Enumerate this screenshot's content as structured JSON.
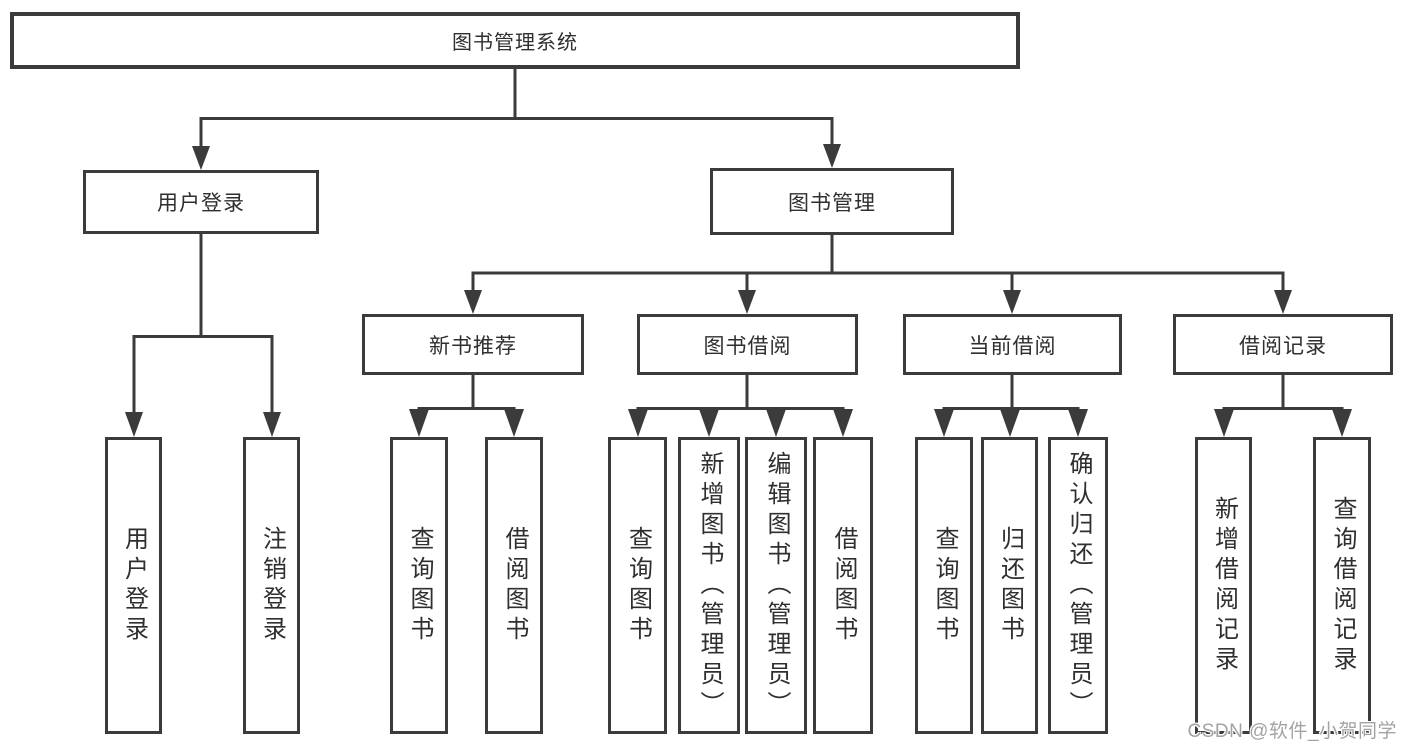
{
  "diagram": {
    "root": {
      "label": "图书管理系统"
    },
    "branches": [
      {
        "label": "用户登录",
        "leaves": [
          {
            "label": "用户登录"
          },
          {
            "label": "注销登录"
          }
        ]
      },
      {
        "label": "图书管理",
        "groups": [
          {
            "label": "新书推荐",
            "leaves": [
              {
                "label": "查询图书"
              },
              {
                "label": "借阅图书"
              }
            ]
          },
          {
            "label": "图书借阅",
            "leaves": [
              {
                "label": "查询图书"
              },
              {
                "label": "新增图书（管理员）"
              },
              {
                "label": "编辑图书（管理员）"
              },
              {
                "label": "借阅图书"
              }
            ]
          },
          {
            "label": "当前借阅",
            "leaves": [
              {
                "label": "查询图书"
              },
              {
                "label": "归还图书"
              },
              {
                "label": "确认归还（管理员）"
              }
            ]
          },
          {
            "label": "借阅记录",
            "leaves": [
              {
                "label": "新增借阅记录"
              },
              {
                "label": "查询借阅记录"
              }
            ]
          }
        ]
      }
    ]
  },
  "watermark": {
    "text": "CSDN @软件_小贺同学"
  },
  "colors": {
    "line": "#3b3b3b",
    "text": "#2f2f2f",
    "background": "#ffffff",
    "watermark": "#a3a3a3"
  }
}
